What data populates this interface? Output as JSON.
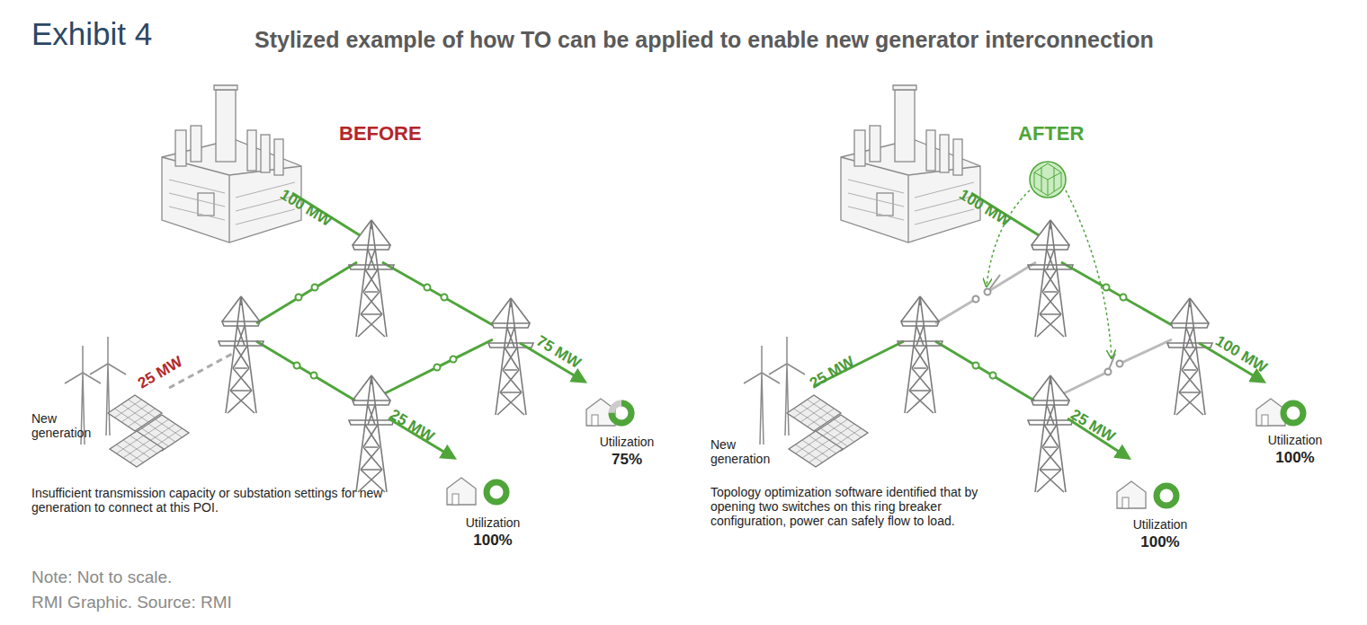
{
  "diagram": {
    "title": "Stylized example of how TO can be applied to enable new generator interconnection",
    "labels": [
      "Exhibit 4",
      "BEFORE",
      "100 MW",
      "25 MW",
      "75 MW",
      "25 MW",
      "New generation",
      "Insufficient transmission capacity or substation settings for new generation to connect at this POI.",
      "Utilization",
      "100%",
      "Utilization",
      "75%",
      "AFTER",
      "100 MW",
      "25 MW",
      "100 MW",
      "25 MW",
      "New generation",
      "Topology optimization software identified that by opening two switches on this ring breaker configuration, power can safely flow to load.",
      "Utilization",
      "100%",
      "Utilization",
      "100%",
      "Note: Not to scale.",
      "RMI Graphic. Source: RMI"
    ]
  }
}
